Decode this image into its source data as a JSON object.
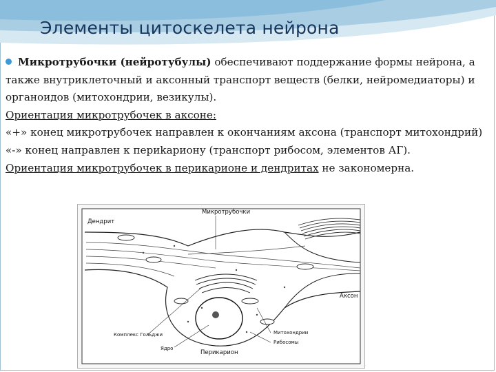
{
  "slide": {
    "title": "Элементы цитоскелета нейрона",
    "paragraphs": {
      "p1_bold": "Микротрубочки (нейротубулы)",
      "p1_rest": " обеспечивают  поддержание формы нейрона, а также внутриклеточный и аксонный транспорт веществ (белки, нейромедиаторы) и органоидов (митохондрии, везикулы).",
      "p2": "Ориентация микротрубочек в аксоне:",
      "p3": "«+» конец микротрубочек направлен к окончаниям аксона (транспорт митохондрий)",
      "p4": "«-» конец направлен к периkариону (транспорт рибосом, элементов АГ).",
      "p5_underlined": "Ориентация микротрубочек в перикарионе и дендритах",
      "p5_rest": " не закономерна."
    },
    "colors": {
      "title": "#17365d",
      "bullet": "#3d9ad6",
      "frame": "#9dbfd4"
    }
  },
  "figure": {
    "labels": {
      "microtubules": "Микротрубочки",
      "dendrite": "Дендрит",
      "axon": "Аксон",
      "golgi": "Комплекс Гольджи",
      "nucleus": "Ядро",
      "perikaryon": "Перикарион",
      "mitochondria": "Митохондрии",
      "ribosomes": "Рибосомы"
    }
  }
}
